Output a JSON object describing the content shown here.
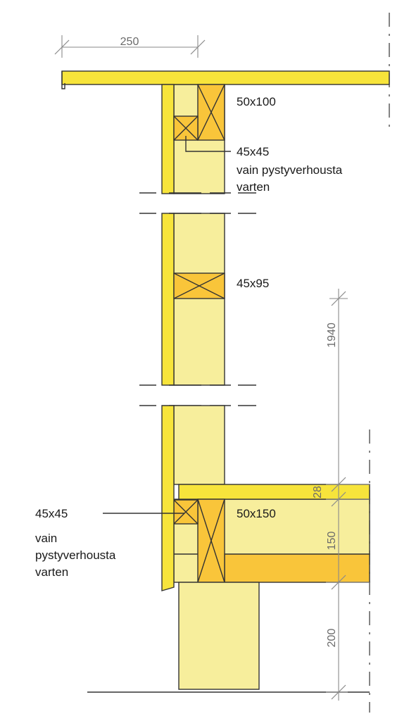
{
  "colors": {
    "timber": "#f7e43b",
    "insulation": "#f7ee9c",
    "stud": "#f9c53a",
    "outline": "#333333",
    "dimension": "#8a8a8a"
  },
  "dimensions": {
    "eave_overhang": "250",
    "wall_height": "1940",
    "floor_board": "28",
    "joist_height": "150",
    "foundation_height": "200"
  },
  "labels": {
    "top_stud": "50x100",
    "top_batten_size": "45x45",
    "top_batten_note_1": "vain pystyverhousta",
    "top_batten_note_2": "varten",
    "mid_stud": "45x95",
    "bottom_batten_size": "45x45",
    "bottom_batten_note_1": "vain",
    "bottom_batten_note_2": "pystyverhousta",
    "bottom_batten_note_3": "varten",
    "joist": "50x150"
  }
}
